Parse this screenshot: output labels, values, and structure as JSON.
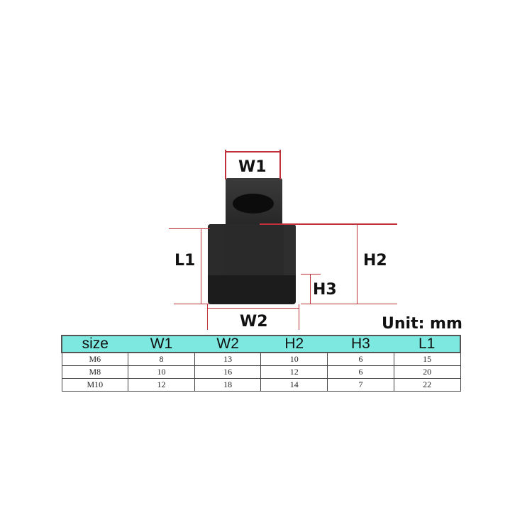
{
  "diagram": {
    "labels": {
      "w1": "W1",
      "w2": "W2",
      "l1": "L1",
      "h2": "H2",
      "h3": "H3"
    },
    "unit_label": "Unit: mm",
    "line_color": "#c0313b",
    "part_color": "#1f1f1f"
  },
  "table": {
    "header_color": "#7de8e0",
    "columns": [
      "size",
      "W1",
      "W2",
      "H2",
      "H3",
      "L1"
    ],
    "rows": [
      [
        "M6",
        "8",
        "13",
        "10",
        "6",
        "15"
      ],
      [
        "M8",
        "10",
        "16",
        "12",
        "6",
        "20"
      ],
      [
        "M10",
        "12",
        "18",
        "14",
        "7",
        "22"
      ]
    ]
  }
}
